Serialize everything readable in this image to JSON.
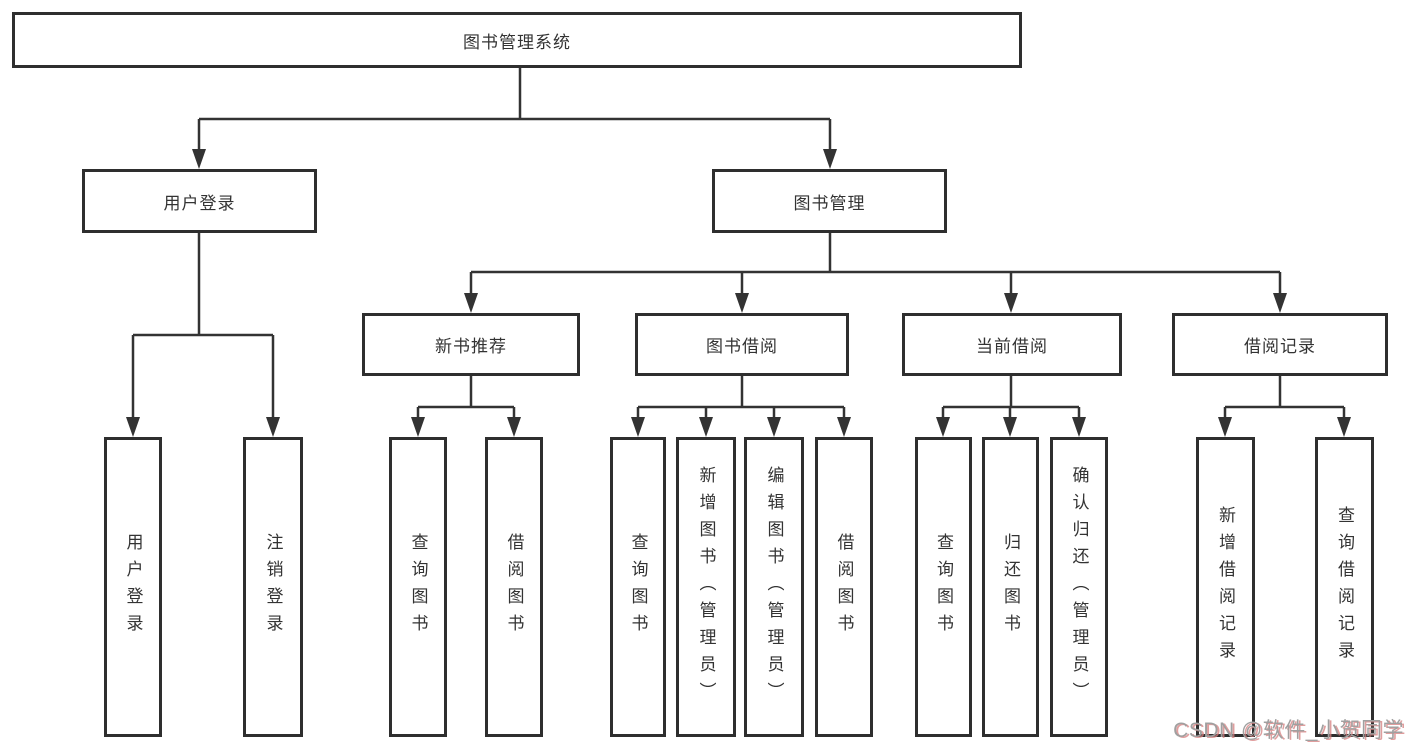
{
  "diagram": {
    "root": {
      "label": "图书管理系统"
    },
    "level2": {
      "user_login": {
        "label": "用户登录"
      },
      "book_mgmt": {
        "label": "图书管理"
      }
    },
    "level3": {
      "new_book_rec": {
        "label": "新书推荐"
      },
      "book_borrow": {
        "label": "图书借阅"
      },
      "current_borrow": {
        "label": "当前借阅"
      },
      "borrow_records": {
        "label": "借阅记录"
      }
    },
    "leaves": {
      "user_login": [
        "用户登录",
        "注销登录"
      ],
      "new_book_rec": [
        "查询图书",
        "借阅图书"
      ],
      "book_borrow": [
        "查询图书",
        "新增图书（管理员）",
        "编辑图书（管理员）",
        "借阅图书"
      ],
      "current_borrow": [
        "查询图书",
        "归还图书",
        "确认归还（管理员）"
      ],
      "borrow_records": [
        "新增借阅记录",
        "查询借阅记录"
      ]
    }
  },
  "watermark": {
    "text": "CSDN @软件_小贺同学"
  },
  "colors": {
    "line": "#333333",
    "box_border": "#2e2e2e",
    "text": "#333333",
    "background": "#ffffff",
    "watermark_gray": "#a0a0a0",
    "watermark_shadow": "#d57d7d"
  }
}
